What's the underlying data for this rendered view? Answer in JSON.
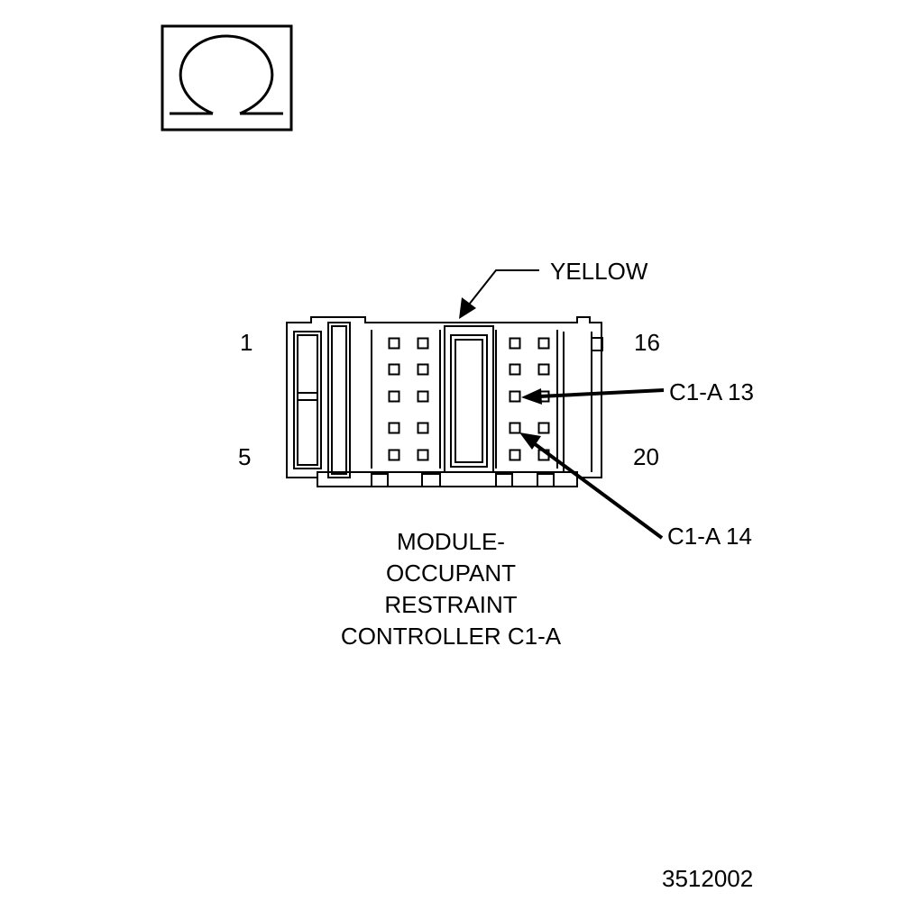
{
  "meter_symbol": {
    "icon": "ohm-icon",
    "glyph": "Ω"
  },
  "connector": {
    "color_label": "YELLOW",
    "pin_labels": {
      "top_left": "1",
      "bottom_left": "5",
      "top_right": "16",
      "bottom_right": "20"
    },
    "callouts": [
      {
        "label": "C1-A 13",
        "pin": 13
      },
      {
        "label": "C1-A 14",
        "pin": 14
      }
    ],
    "name_lines": [
      "MODULE-",
      "OCCUPANT",
      "RESTRAINT",
      "CONTROLLER C1-A"
    ]
  },
  "figure_number": "3512002"
}
